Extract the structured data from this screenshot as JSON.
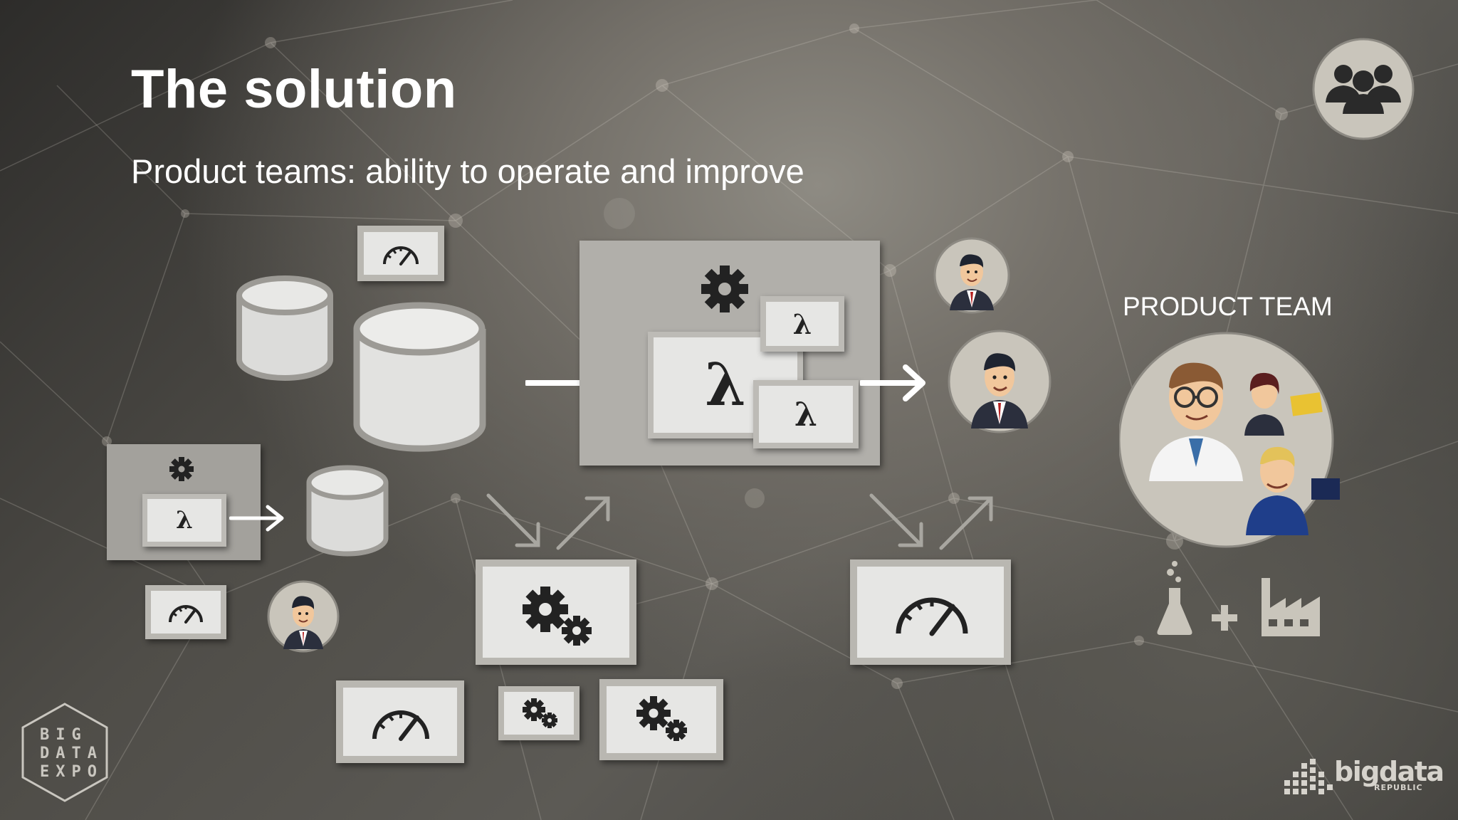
{
  "slide": {
    "title": "The solution",
    "subtitle": "Product teams: ability to operate and improve"
  },
  "product_team": {
    "label": "PRODUCT TEAM"
  },
  "lambda_symbol": "λ",
  "logos": {
    "event_lines": [
      "BIG",
      "DATA",
      "EXPO"
    ],
    "company_name": "bigdata",
    "company_sub": "REPUBLIC"
  },
  "colors": {
    "background": "#55534e",
    "panel_frame": "#b9b7b1",
    "panel_inner": "#e6e6e4",
    "icon_dark": "#222222",
    "circle_bg": "#c9c5bb",
    "arrow": "#ffffff"
  },
  "icons": [
    "people-group-icon",
    "speedometer-icon",
    "gear-icon",
    "gears-icon",
    "database-icon",
    "lambda-icon",
    "businessman-icon",
    "flask-icon",
    "plus-icon",
    "factory-icon",
    "arrow-icon"
  ]
}
